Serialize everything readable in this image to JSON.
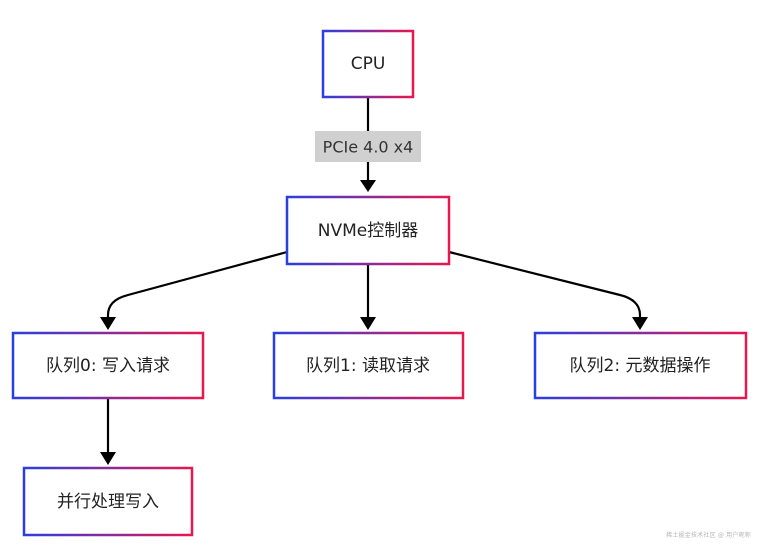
{
  "nodes": {
    "cpu": {
      "label": "CPU"
    },
    "nvme": {
      "label": "NVMe控制器"
    },
    "queue0": {
      "label": "队列0: 写入请求"
    },
    "queue1": {
      "label": "队列1: 读取请求"
    },
    "queue2": {
      "label": "队列2: 元数据操作"
    },
    "parallel": {
      "label": "并行处理写入"
    }
  },
  "edges": {
    "cpu_to_nvme": {
      "label": "PCIe 4.0 x4"
    }
  },
  "colors": {
    "border_start": "#2a3fe0",
    "border_end": "#e8174f",
    "edge_line": "#000000",
    "edge_label_bg": "#d0d0d0"
  },
  "watermark": "稀土掘金技术社区 @ 用户昵称"
}
